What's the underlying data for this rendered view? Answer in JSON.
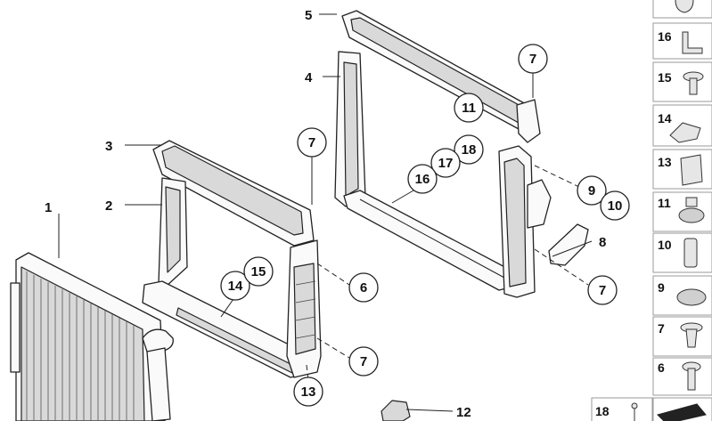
{
  "callouts": [
    {
      "id": "c1",
      "text": "1"
    },
    {
      "id": "c2",
      "text": "2"
    },
    {
      "id": "c3",
      "text": "3"
    },
    {
      "id": "c4",
      "text": "4"
    },
    {
      "id": "c5",
      "text": "5"
    },
    {
      "id": "c8",
      "text": "8"
    },
    {
      "id": "c12",
      "text": "12"
    }
  ],
  "bubbles": [
    {
      "id": "b7a",
      "text": "7"
    },
    {
      "id": "b7b",
      "text": "7"
    },
    {
      "id": "b11",
      "text": "11"
    },
    {
      "id": "b18",
      "text": "18"
    },
    {
      "id": "b17",
      "text": "17"
    },
    {
      "id": "b16",
      "text": "16"
    },
    {
      "id": "b9",
      "text": "9"
    },
    {
      "id": "b10",
      "text": "10"
    },
    {
      "id": "b14",
      "text": "14"
    },
    {
      "id": "b15",
      "text": "15"
    },
    {
      "id": "b6",
      "text": "6"
    },
    {
      "id": "b7c",
      "text": "7"
    },
    {
      "id": "b7d",
      "text": "7"
    },
    {
      "id": "b13",
      "text": "13"
    }
  ],
  "thumbnails": [
    {
      "id": "t16",
      "text": "16",
      "icon": "bracket-icon"
    },
    {
      "id": "t15",
      "text": "15",
      "icon": "screw-icon"
    },
    {
      "id": "t14",
      "text": "14",
      "icon": "clip-nut-icon"
    },
    {
      "id": "t13",
      "text": "13",
      "icon": "spring-clip-icon"
    },
    {
      "id": "t11",
      "text": "11",
      "icon": "rubber-mount-icon"
    },
    {
      "id": "t10",
      "text": "10",
      "icon": "sleeve-icon"
    },
    {
      "id": "t9",
      "text": "9",
      "icon": "grommet-icon"
    },
    {
      "id": "t7",
      "text": "7",
      "icon": "expanding-rivet-icon"
    },
    {
      "id": "t6",
      "text": "6",
      "icon": "bolt-icon"
    },
    {
      "id": "t18",
      "text": "18",
      "icon": "pin-icon"
    }
  ]
}
